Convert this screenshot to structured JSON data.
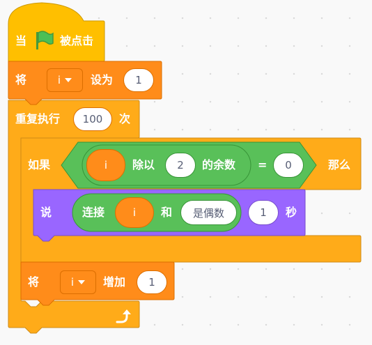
{
  "workspace": {
    "background": "#f9f9f9",
    "colors": {
      "events": "#ffbf00",
      "variables": "#ff8c1a",
      "control": "#ffab19",
      "operators": "#59c059",
      "looks": "#9966ff"
    }
  },
  "blocks": {
    "when_flag": {
      "prefix": "当",
      "icon": "green-flag-icon",
      "suffix": "被点击"
    },
    "set_var": {
      "label": "将",
      "variable": "i",
      "to_label": "设为",
      "value": "1"
    },
    "repeat": {
      "label": "重复执行",
      "times": "100",
      "suffix": "次",
      "end_icon": "loop-arrow-icon"
    },
    "if_block": {
      "label": "如果",
      "then_label": "那么",
      "equals": {
        "operator": "=",
        "right": "0",
        "mod": {
          "left": "i",
          "operator": "除以",
          "right": "2",
          "suffix": "的余数"
        }
      }
    },
    "say_block": {
      "label": "说",
      "join": {
        "label": "连接",
        "left": "i",
        "and_label": "和",
        "right": "是偶数"
      },
      "secs": "1",
      "secs_label": "秒"
    },
    "change_var": {
      "label": "将",
      "variable": "i",
      "by_label": "增加",
      "value": "1"
    }
  }
}
